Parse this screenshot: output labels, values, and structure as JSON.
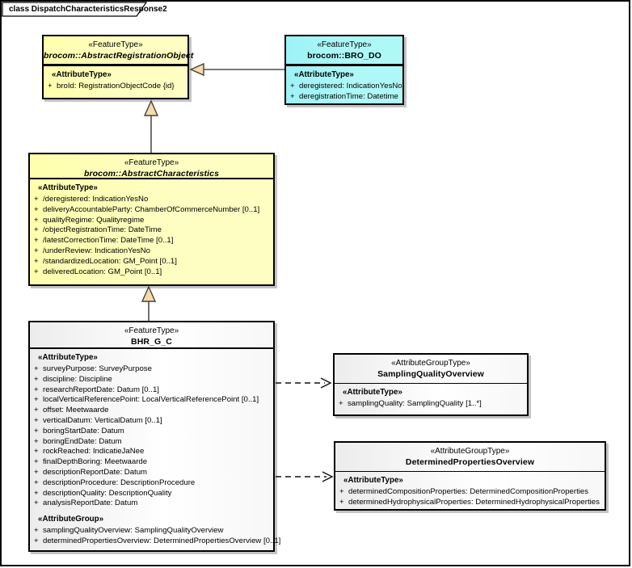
{
  "frame": {
    "title": "class DispatchCharacteristicsResponse2"
  },
  "colors": {
    "class_yellow": "#fefec2",
    "class_cyan": "#aff8f8",
    "class_gray_white": "#ffffff",
    "generalization_arrowhead_fill": "#f2dcad",
    "line_color": "#4f4f4f",
    "border_color": "#000000"
  },
  "visibility_marker": "+",
  "classes": [
    {
      "stereotype": "«FeatureType»",
      "name": "brocom::AbstractRegistrationObject",
      "abstract": true,
      "fill": "#fefec2",
      "sections": [
        {
          "heading": "«AttributeType»",
          "attributes": [
            "broId: RegistrationObjectCode {id}"
          ]
        }
      ]
    },
    {
      "stereotype": "«FeatureType»",
      "name": "brocom::BRO_DO",
      "abstract": false,
      "fill": "#aff8f8",
      "sections": [
        {
          "heading": "«AttributeType»",
          "attributes": [
            "deregistered: IndicationYesNo",
            "deregistrationTime: Datetime"
          ]
        }
      ]
    },
    {
      "stereotype": "«FeatureType»",
      "name": "brocom::AbstractCharacteristics",
      "abstract": true,
      "fill": "#fefec2",
      "sections": [
        {
          "heading": "«AttributeType»",
          "attributes": [
            "/deregistered: IndicationYesNo",
            "deliveryAccountableParty: ChamberOfCommerceNumber [0..1]",
            "qualityRegime: Qualityregime",
            "/objectRegistrationTime: DateTime",
            "/latestCorrectionTime: DateTime [0..1]",
            "/underReview: IndicationYesNo",
            "/standardizedLocation: GM_Point [0..1]",
            "deliveredLocation: GM_Point [0..1]"
          ]
        }
      ]
    },
    {
      "stereotype": "«FeatureType»",
      "name": "BHR_G_C",
      "abstract": false,
      "fill": "#ffffff",
      "sections": [
        {
          "heading": "«AttributeType»",
          "attributes": [
            "surveyPurpose: SurveyPurpose",
            "discipline: Discipline",
            "researchReportDate: Datum [0..1]",
            "localVerticalReferencePoint: LocalVerticalReferencePoint [0..1]",
            "offset: Meetwaarde",
            "verticalDatum: VerticalDatum [0..1]",
            "boringStartDate: Datum",
            "boringEndDate: Datum",
            "rockReached: IndicatieJaNee",
            "finalDepthBoring: Meetwaarde",
            "descriptionReportDate: Datum",
            "descriptionProcedure: DescriptionProcedure",
            "descriptionQuality: DescriptionQuality",
            "analysisReportDate: Datum"
          ]
        },
        {
          "heading": "«AttributeGroup»",
          "attributes": [
            "samplingQualityOverview: SamplingQualityOverview",
            "determinedPropertiesOverview: DeterminedPropertiesOverview [0..1]"
          ]
        }
      ]
    },
    {
      "stereotype": "«AttributeGroupType»",
      "name": "SamplingQualityOverview",
      "abstract": false,
      "fill": "#ffffff",
      "sections": [
        {
          "heading": "«AttributeType»",
          "attributes": [
            "samplingQuality: SamplingQuality [1..*]"
          ]
        }
      ]
    },
    {
      "stereotype": "«AttributeGroupType»",
      "name": "DeterminedPropertiesOverview",
      "abstract": false,
      "fill": "#ffffff",
      "sections": [
        {
          "heading": "«AttributeType»",
          "attributes": [
            "determinedCompositionProperties: DeterminedCompositionProperties",
            "determinedHydrophysicalProperties: DeterminedHydrophysicalProperties"
          ]
        }
      ]
    }
  ],
  "relationships": [
    {
      "type": "generalization",
      "from": "brocom::BRO_DO",
      "to": "brocom::AbstractRegistrationObject"
    },
    {
      "type": "generalization",
      "from": "brocom::AbstractCharacteristics",
      "to": "brocom::AbstractRegistrationObject"
    },
    {
      "type": "generalization",
      "from": "BHR_G_C",
      "to": "brocom::AbstractCharacteristics"
    },
    {
      "type": "dependency",
      "from": "BHR_G_C",
      "to": "SamplingQualityOverview"
    },
    {
      "type": "dependency",
      "from": "BHR_G_C",
      "to": "DeterminedPropertiesOverview"
    }
  ]
}
